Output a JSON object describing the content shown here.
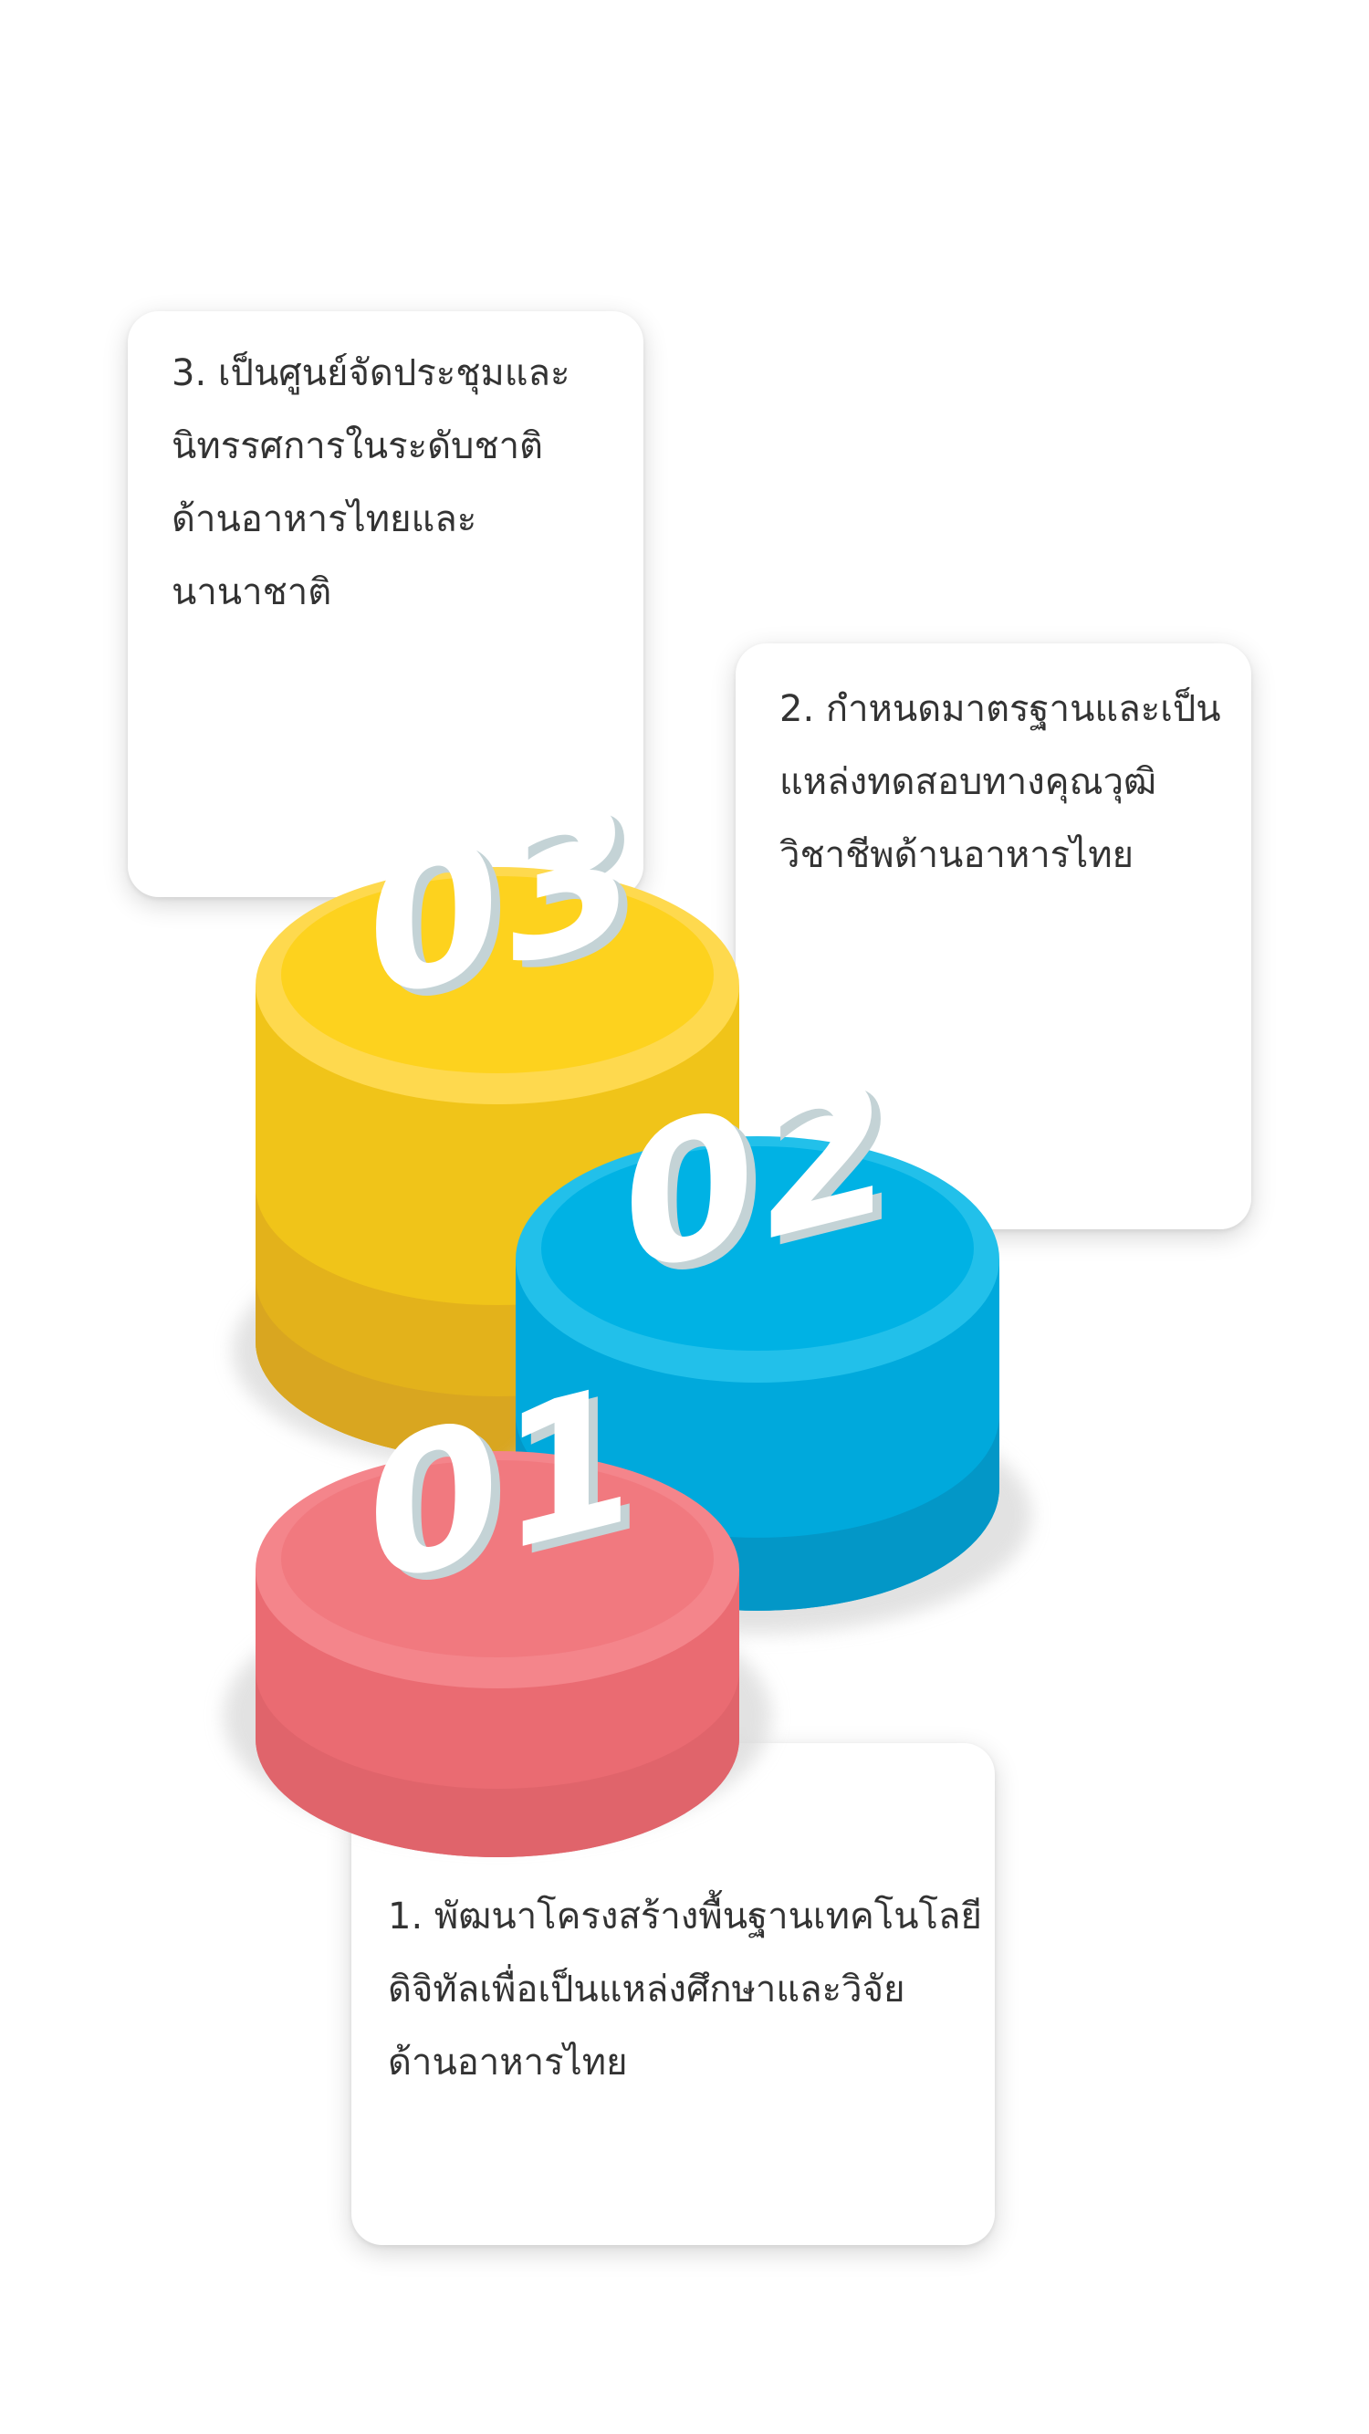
{
  "colors": {
    "yellow": "#fdd01a",
    "blue": "#00b2e4",
    "red": "#ef6f76",
    "numeral_face": "#ffffff",
    "numeral_side": "#c4d3d6"
  },
  "steps": [
    {
      "number": "01",
      "lines": [
        "1. พัฒนาโครงสร้างพื้นฐานเทคโนโลยี",
        "ดิจิทัลเพื่อเป็นแหล่งศึกษาและวิจัย",
        "ด้านอาหารไทย"
      ]
    },
    {
      "number": "02",
      "lines": [
        "2. กำหนดมาตรฐานและเป็น",
        "แหล่งทดสอบทางคุณวุฒิ",
        "วิชาชีพด้านอาหารไทย"
      ]
    },
    {
      "number": "03",
      "lines": [
        "3. เป็นศูนย์จัดประชุมและ",
        "นิทรรศการในระดับชาติ",
        "ด้านอาหารไทยและ",
        "นานาชาติ"
      ]
    }
  ]
}
